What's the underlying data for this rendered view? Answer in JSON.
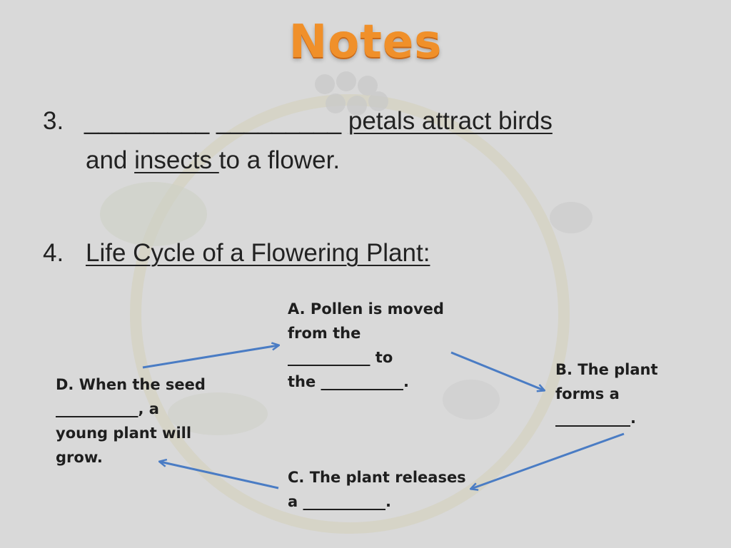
{
  "title": "Notes",
  "item3": {
    "number": "3.",
    "blank1": "_________",
    "blank2": "_________",
    "text1": "petals attract birds",
    "text2": "and ",
    "text3": "insects ",
    "text4": "to a flower."
  },
  "item4": {
    "number": "4.",
    "text": "Life Cycle of a Flowering Plant:"
  },
  "cycle": {
    "a": [
      "A. Pollen is moved",
      "from the",
      "___________ to",
      "the ___________."
    ],
    "b": [
      "B. The plant",
      "forms a",
      "__________."
    ],
    "c": [
      "C. The plant releases",
      "a ___________."
    ],
    "d": [
      "D. When the seed",
      "___________, a",
      "young plant will",
      "grow."
    ]
  },
  "colors": {
    "title": "#f0902a",
    "arrow": "#4a7cc4",
    "background": "#d9d9d9"
  }
}
